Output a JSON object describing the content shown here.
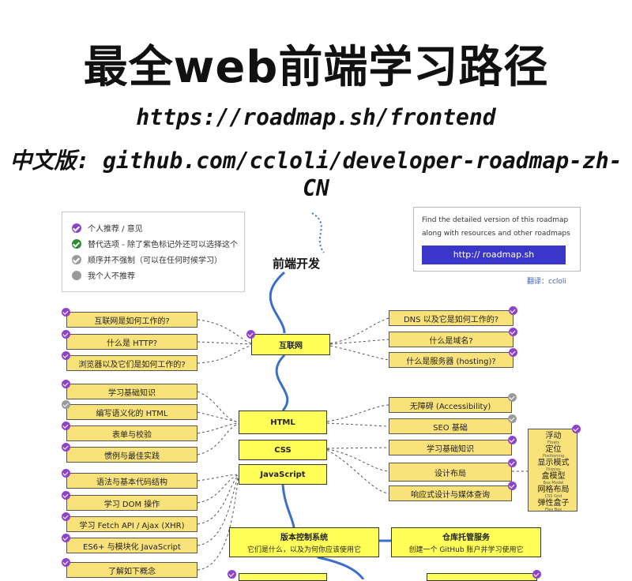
{
  "header": {
    "title": "最全web前端学习路径",
    "url": "https://roadmap.sh/frontend",
    "cn_version": "中文版: github.com/ccloli/developer-roadmap-zh-CN"
  },
  "legend": {
    "items": [
      {
        "label": "个人推荐 / 意见",
        "color": "#8e44c8"
      },
      {
        "label": "替代选项 - 除了紫色标记外还可以选择这个",
        "color": "#2e8b2e"
      },
      {
        "label": "顺序并不强制（可以在任何时候学习）",
        "color": "#9a9a9a"
      },
      {
        "label": "我个人不推荐",
        "color": "#9a9a9a"
      }
    ]
  },
  "info": {
    "text": "Find the detailed version of this roadmap along with resources and other roadmaps",
    "button": "http:// roadmap.sh",
    "translator": "翻译：ccloli"
  },
  "center_title": "前端开发",
  "nodes": {
    "internet": "互联网",
    "html": "HTML",
    "css": "CSS",
    "javascript": "JavaScript",
    "vcs_title": "版本控制系统",
    "vcs_sub": "它们是什么，以及为何你应该使用它",
    "repo_title": "仓库托管服务",
    "repo_sub": "创建一个 GitHub 账户并学习使用它"
  },
  "left_internet": [
    "互联网是如何工作的?",
    "什么是 HTTP?",
    "浏览器以及它们是如何工作的?"
  ],
  "right_internet": [
    "DNS 以及它是如何工作的?",
    "什么是域名?",
    "什么是服务器 (hosting)?"
  ],
  "left_html": [
    "学习基础知识",
    "编写语义化的 HTML",
    "表单与校验",
    "惯例与最佳实践"
  ],
  "left_js": [
    "语法与基本代码结构",
    "学习 DOM 操作",
    "学习 Fetch API / Ajax (XHR)",
    "ES6+ 与模块化 JavaScript",
    "了解如下概念"
  ],
  "right_html": [
    "无障碍 (Accessibility)",
    "SEO 基础"
  ],
  "right_css": [
    "学习基础知识",
    "设计布局",
    "响应式设计与媒体查询"
  ],
  "layout_terms": [
    {
      "name": "浮动",
      "en": "Floats"
    },
    {
      "name": "定位",
      "en": "Positioning"
    },
    {
      "name": "显示模式",
      "en": "Display"
    },
    {
      "name": "盒模型",
      "en": "Box Model"
    },
    {
      "name": "网格布局",
      "en": "CSS Grid"
    },
    {
      "name": "弹性盒子",
      "en": "Flex Box"
    }
  ]
}
